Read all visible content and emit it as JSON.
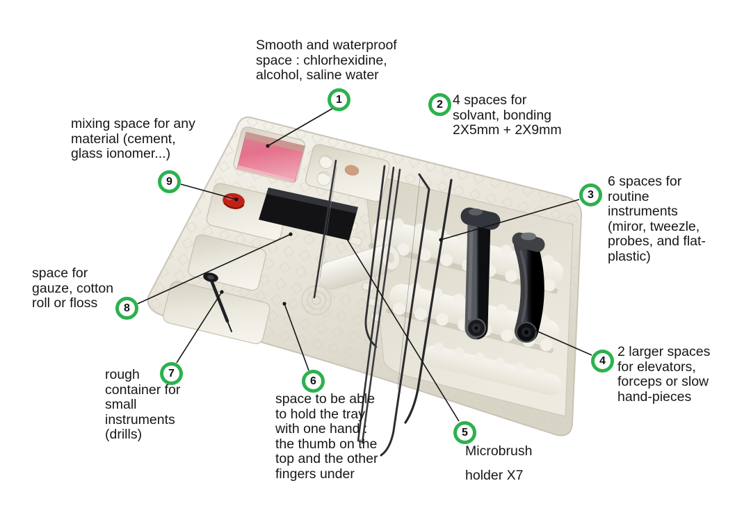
{
  "colors": {
    "annotation_ring_green": "#2cb14e",
    "label_text": "#161616",
    "leader_line": "#141414",
    "tray_base": "#e9e6db",
    "sponge_pink": "#e2758d",
    "mixing_red": "#bf2318",
    "handpiece_dark": "#17181a"
  },
  "annotations": [
    {
      "number": "1",
      "label": "Smooth and waterproof\nspace : chlorhexidine,\nalcohol, saline water"
    },
    {
      "number": "2",
      "label": "4 spaces for\nsolvant, bonding\n2X5mm + 2X9mm"
    },
    {
      "number": "3",
      "label": "6 spaces for\nroutine\ninstruments\n(miror, tweezle,\nprobes, and flat-\nplastic)"
    },
    {
      "number": "4",
      "label": "2 larger spaces\nfor elevators,\nforceps or slow\nhand-pieces"
    },
    {
      "number": "5",
      "label": "Microbrush\nholder X7"
    },
    {
      "number": "6",
      "label": "space to be able\nto hold the tray\nwith one hand :\nthe thumb on the\ntop and the other\nfingers under"
    },
    {
      "number": "7",
      "label": "rough\ncontainer for\nsmall\ninstruments\n(drills)"
    },
    {
      "number": "8",
      "label": "space for\ngauze, cotton\nroll or floss"
    },
    {
      "number": "9",
      "label": "mixing space for any\nmaterial (cement,\nglass ionomer...)"
    }
  ]
}
